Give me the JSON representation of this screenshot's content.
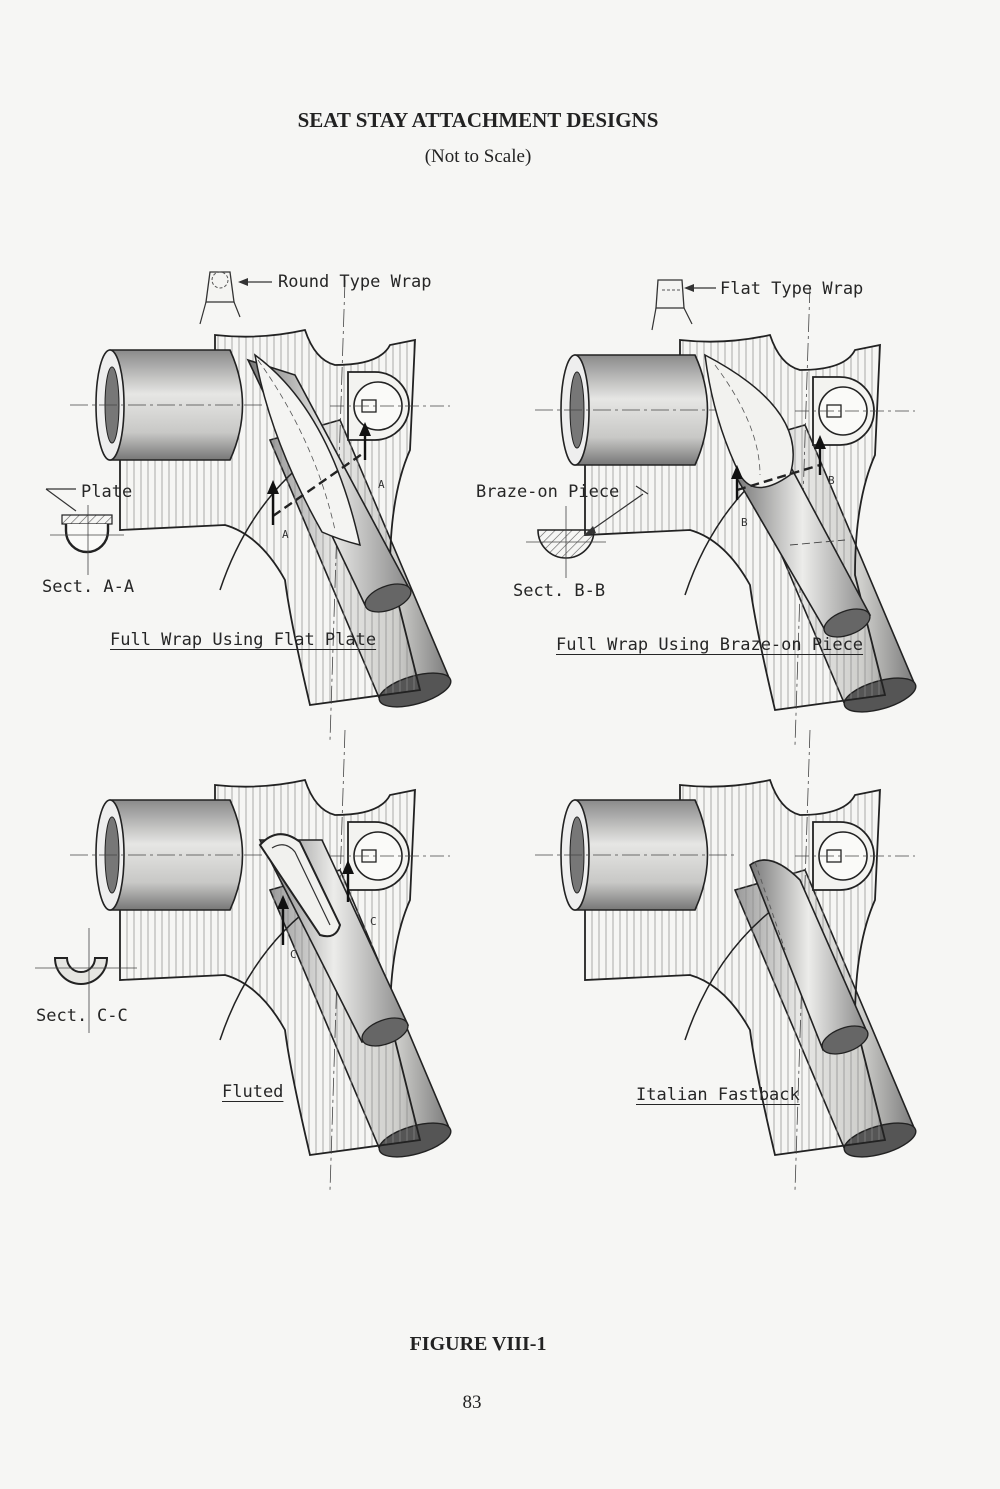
{
  "page": {
    "title": "SEAT STAY ATTACHMENT DESIGNS",
    "subtitle": "(Not to Scale)",
    "figure_label": "FIGURE VIII-1",
    "page_number": "83"
  },
  "panels": [
    {
      "caption": "Full Wrap Using Flat Plate",
      "wrap_label": "Round Type Wrap",
      "section_part_label": "Plate",
      "section_label": "Sect. A-A",
      "section_letter": "A"
    },
    {
      "caption": "Full Wrap Using Braze-on Piece",
      "wrap_label": "Flat Type Wrap",
      "section_part_label": "Braze-on Piece",
      "section_label": "Sect. B-B",
      "section_letter": "B"
    },
    {
      "caption": "Fluted",
      "section_label_a": "Sect.",
      "section_label_b": "C-C",
      "section_letter": "C"
    },
    {
      "caption": "Italian Fastback"
    }
  ]
}
